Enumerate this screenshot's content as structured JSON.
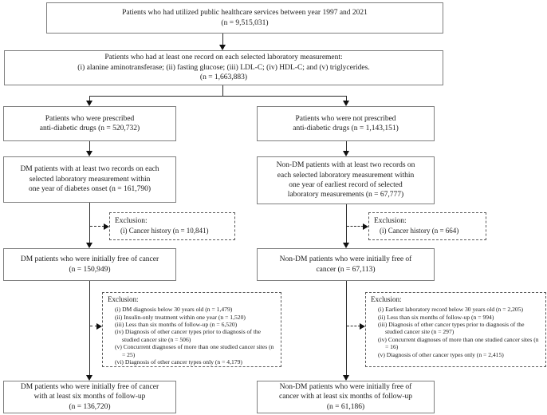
{
  "boxes": {
    "population": {
      "lines": [
        "Patients who had utilized public healthcare services between year 1997 and 2021",
        "(n = 9,515,031)"
      ]
    },
    "lab_records": {
      "lines": [
        "Patients who had at least one record on each selected laboratory measurement:",
        "(i) alanine aminotransferase; (ii) fasting glucose; (iii) LDL-C; (iv) HDL-C; and (v) triglycerides.",
        "(n = 1,663,883)"
      ]
    },
    "dm_prescribed": {
      "lines": [
        "Patients who were prescribed",
        "anti-diabetic drugs (n = 520,732)"
      ]
    },
    "nondm_prescribed": {
      "lines": [
        "Patients who were not prescribed",
        "anti-diabetic drugs (n = 1,143,151)"
      ]
    },
    "dm_two_records": {
      "lines": [
        "DM patients with at least two records on each",
        "selected laboratory measurement within",
        "one year of diabetes onset (n = 161,790)"
      ]
    },
    "nondm_two_records": {
      "lines": [
        "Non-DM patients with at least two records on",
        "each selected laboratory measurement within",
        "one year of earliest record of selected",
        "laboratory measurements (n = 67,777)"
      ]
    },
    "dm_cancer_free": {
      "lines": [
        "DM patients who were initially free of cancer",
        "(n = 150,949)"
      ]
    },
    "nondm_cancer_free": {
      "lines": [
        "Non-DM patients who were initially free of",
        "cancer (n = 67,113)"
      ]
    },
    "dm_followup": {
      "lines": [
        "DM patients who were initially free of cancer",
        "with at least six months of follow-up",
        "(n = 136,720)"
      ]
    },
    "nondm_followup": {
      "lines": [
        "Non-DM patients who were initially free of",
        "cancer with at least six months of follow-up",
        "(n = 61,186)"
      ]
    }
  },
  "exclusions": {
    "dm_first": {
      "title": "Exclusion:",
      "items": [
        "(i) Cancer history (n = 10,841)"
      ]
    },
    "nondm_first": {
      "title": "Exclusion:",
      "items": [
        "(i) Cancer history (n = 664)"
      ]
    },
    "dm_second": {
      "title": "Exclusion:",
      "items": [
        "(i) DM diagnosis below 30 years old (n = 1,479)",
        "(ii) Insulin-only treatment within one year (n = 1,520)",
        "(iii) Less than six months of follow-up (n = 6,520)",
        "(iv) Diagnosis of other cancer types prior to diagnosis of the studied cancer site (n = 506)",
        "(v) Concurrent diagnoses of more than one studied cancer sites (n = 25)",
        "(vi) Diagnosis of other cancer types only (n = 4,179)"
      ]
    },
    "nondm_second": {
      "title": "Exclusion:",
      "items": [
        "(i) Earliest laboratory record below 30 years old (n = 2,205)",
        "(ii) Less than six months of follow-up (n = 994)",
        "(iii) Diagnosis of other cancer types prior to diagnosis of the studied cancer site (n = 297)",
        "(iv) Concurrent diagnoses of more than one studied cancer sites (n = 16)",
        "(v) Diagnosis of other cancer types only (n = 2,415)"
      ]
    }
  },
  "colors": {
    "border": "#7f7f7f",
    "text": "#1a1a1a",
    "line": "#2b2b2b",
    "background": "#ffffff"
  }
}
